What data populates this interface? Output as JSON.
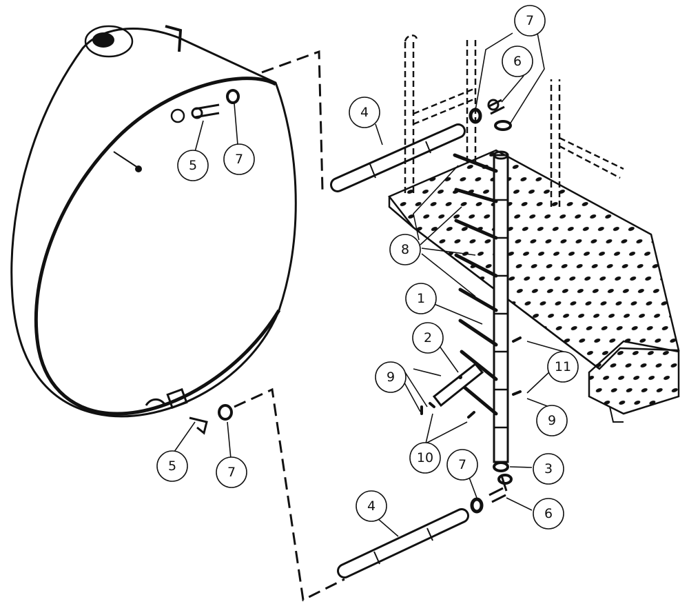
{
  "callouts": [
    {
      "id": "c-7a",
      "label": "7"
    },
    {
      "id": "c-6a",
      "label": "6"
    },
    {
      "id": "c-4a",
      "label": "4"
    },
    {
      "id": "c-5a",
      "label": "5"
    },
    {
      "id": "c-7b",
      "label": "7"
    },
    {
      "id": "c-8",
      "label": "8"
    },
    {
      "id": "c-1",
      "label": "1"
    },
    {
      "id": "c-2",
      "label": "2"
    },
    {
      "id": "c-9a",
      "label": "9"
    },
    {
      "id": "c-11",
      "label": "11"
    },
    {
      "id": "c-9b",
      "label": "9"
    },
    {
      "id": "c-10",
      "label": "10"
    },
    {
      "id": "c-5b",
      "label": "5"
    },
    {
      "id": "c-7c",
      "label": "7"
    },
    {
      "id": "c-7d",
      "label": "7"
    },
    {
      "id": "c-3",
      "label": "3"
    },
    {
      "id": "c-6b",
      "label": "6"
    },
    {
      "id": "c-4b",
      "label": "4"
    }
  ],
  "colors": {
    "ink": "#111111",
    "paper": "#ffffff"
  }
}
